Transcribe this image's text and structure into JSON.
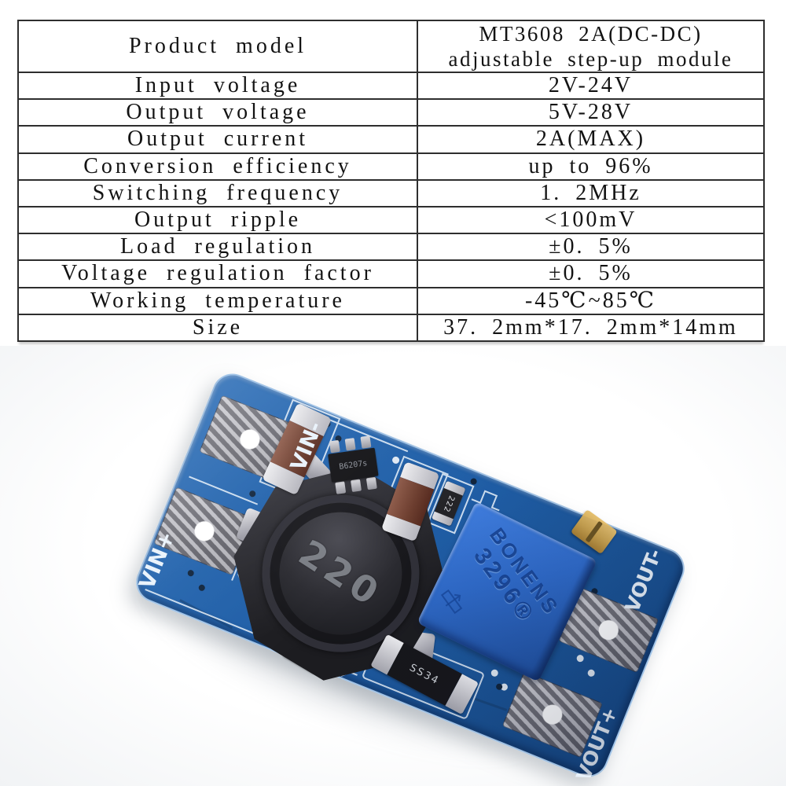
{
  "colors": {
    "pcb": "#1f5da5",
    "pcb_light": "#2468b4",
    "pcb_dark": "#174b88",
    "silk": "#e9f2fb",
    "trimpot": "#2f6ac8",
    "gold": "#c9a24f",
    "table_border": "#2e2e2e",
    "text": "#131313"
  },
  "spec_table": {
    "rows": [
      {
        "label": "Product model",
        "value_lines": [
          "MT3608 2A(DC-DC)",
          "adjustable step-up module"
        ]
      },
      {
        "label": "Input voltage",
        "value": "2V-24V"
      },
      {
        "label": "Output voltage",
        "value": "5V-28V"
      },
      {
        "label": "Output current",
        "value": "2A(MAX)"
      },
      {
        "label": "Conversion efficiency",
        "value": "up to 96%"
      },
      {
        "label": "Switching frequency",
        "value": "1. 2MHz"
      },
      {
        "label": "Output ripple",
        "value": "<100mV"
      },
      {
        "label": "Load regulation",
        "value": "±0. 5%"
      },
      {
        "label": "Voltage regulation factor",
        "value": "±0. 5%"
      },
      {
        "label": "Working temperature",
        "value": "-45℃~85℃"
      },
      {
        "label": "Size",
        "value": "37. 2mm*17. 2mm*14mm"
      }
    ]
  },
  "photo": {
    "module": {
      "pad_labels": {
        "vin_minus": "VIN-",
        "vin_plus": "VIN+",
        "vout_minus": "VOUT-",
        "vout_plus": "VOUT+"
      },
      "inductor_marking": "220",
      "trimpot_brand": "BONENS",
      "trimpot_model": "3296®",
      "ic_marking": "B6207s",
      "resistor_marking": "222",
      "diode_marking": "SS34"
    }
  }
}
